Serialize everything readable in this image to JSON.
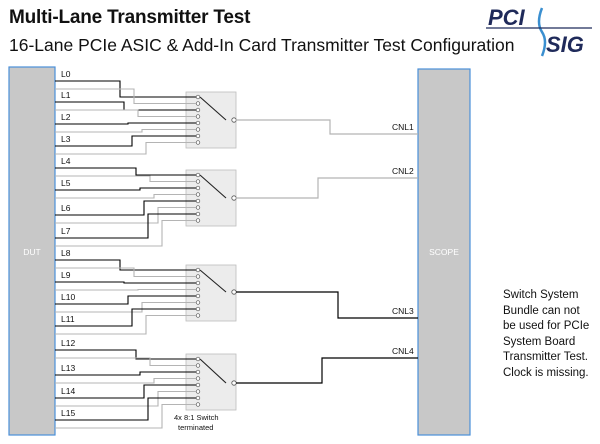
{
  "header": {
    "title": "Multi-Lane Transmitter Test",
    "subtitle": "16-Lane PCIe ASIC & Add-In Card Transmitter Test Configuration"
  },
  "logo": {
    "top_text": "PCI",
    "bottom_text": "SIG",
    "color": "#1f2a5a",
    "accent": "#3a8fd0"
  },
  "dut": {
    "label": "DUT"
  },
  "scope": {
    "label": "SCOPE"
  },
  "lanes": [
    "L0",
    "L1",
    "L2",
    "L3",
    "L4",
    "L5",
    "L6",
    "L7",
    "L8",
    "L9",
    "L10",
    "L11",
    "L12",
    "L13",
    "L14",
    "L15"
  ],
  "channels": [
    "CNL1",
    "CNL2",
    "CNL3",
    "CNL4"
  ],
  "switch_caption": {
    "line1": "4x 8:1 Switch",
    "line2": "terminated"
  },
  "note": "Switch System Bundle can not be used for PCIe System Board Transmitter Test. Clock is missing.",
  "colors": {
    "box_fill": "#c8c8c8",
    "box_border": "#4a90d9",
    "wire_dark": "#000000",
    "wire_light": "#b4b4b4"
  }
}
